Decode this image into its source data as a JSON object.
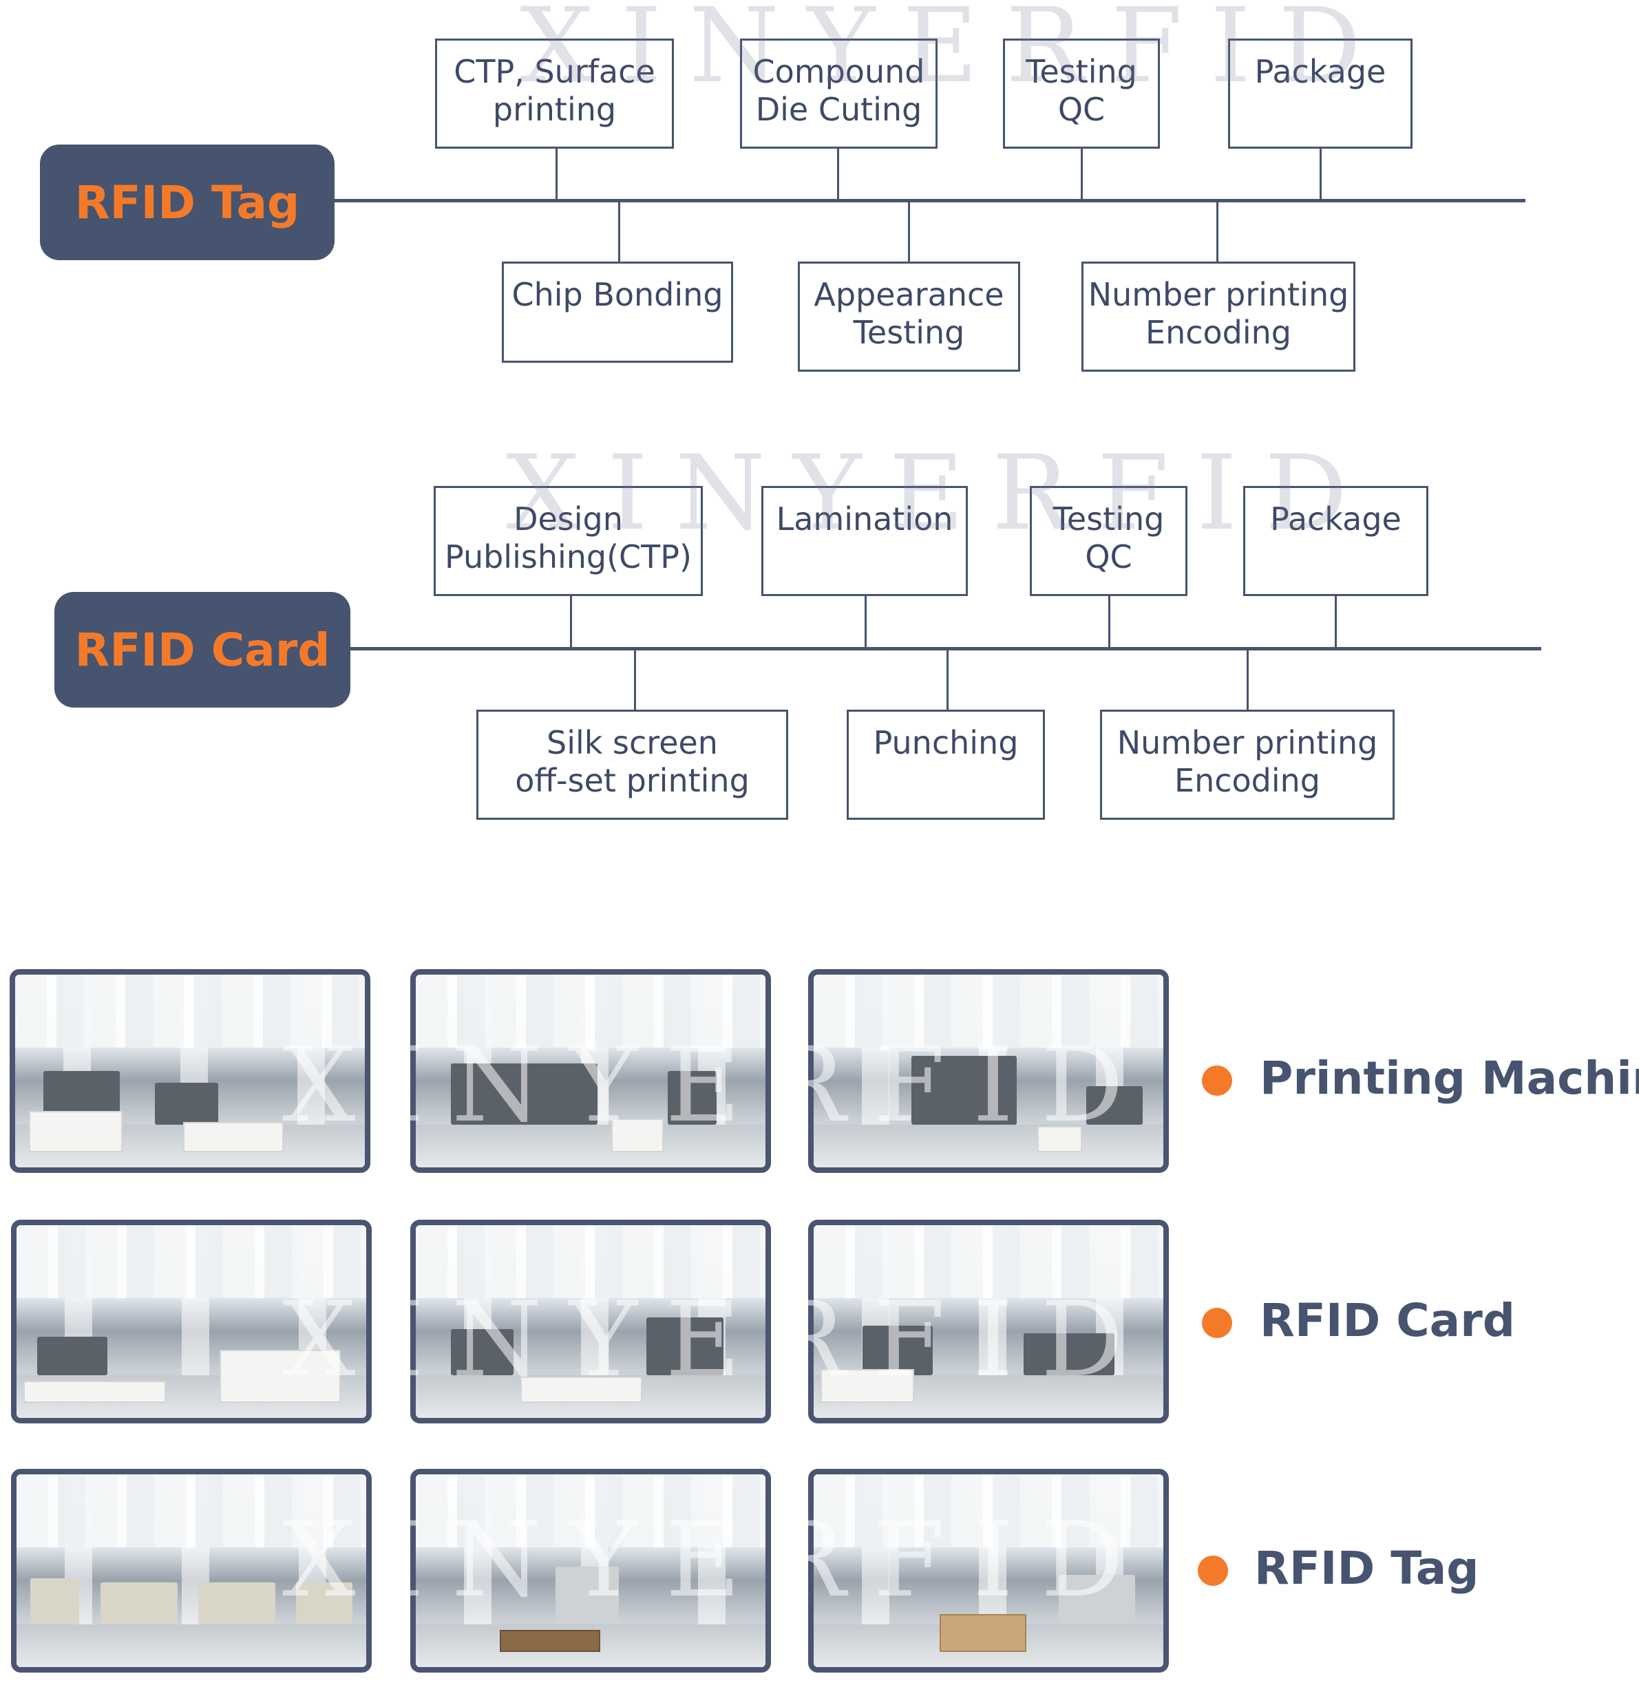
{
  "watermark": "XINYERFID",
  "tag_flow": {
    "title": "RFID Tag",
    "top_steps": [
      "CTP, Surface\nprinting",
      "Compound\nDie Cuting",
      "Testing\nQC",
      "Package"
    ],
    "bottom_steps": [
      "Chip Bonding",
      "Appearance\nTesting",
      "Number printing\nEncoding"
    ]
  },
  "card_flow": {
    "title": "RFID Card",
    "top_steps": [
      "Design\nPublishing(CTP)",
      "Lamination",
      "Testing\nQC",
      "Package"
    ],
    "bottom_steps": [
      "Silk screen\noff-set printing",
      "Punching",
      "Number printing\nEncoding"
    ]
  },
  "gallery": {
    "rows": [
      {
        "label": "Printing Machine"
      },
      {
        "label": "RFID Card"
      },
      {
        "label": "RFID Tag"
      }
    ]
  },
  "colors": {
    "navy": "#465470",
    "orange": "#f47a2a"
  }
}
